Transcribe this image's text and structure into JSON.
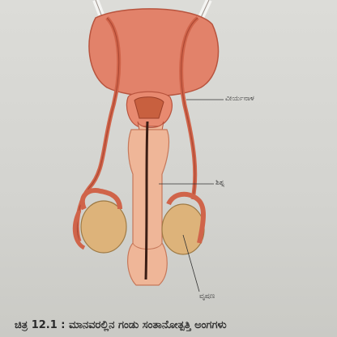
{
  "labels": {
    "vas_deferens": "ವೀರ್ಯನಾಳ",
    "penis": "ಶಿಶ್ನ",
    "testis": "ವೃಷಣ"
  },
  "caption": {
    "number": "ಚಿತ್ರ 12.1 :",
    "text": "ಮಾನವರಲ್ಲಿನ ಗಂಡು ಸಂತಾನೋತ್ಪತ್ತಿ ಅಂಗಗಳು"
  }
}
